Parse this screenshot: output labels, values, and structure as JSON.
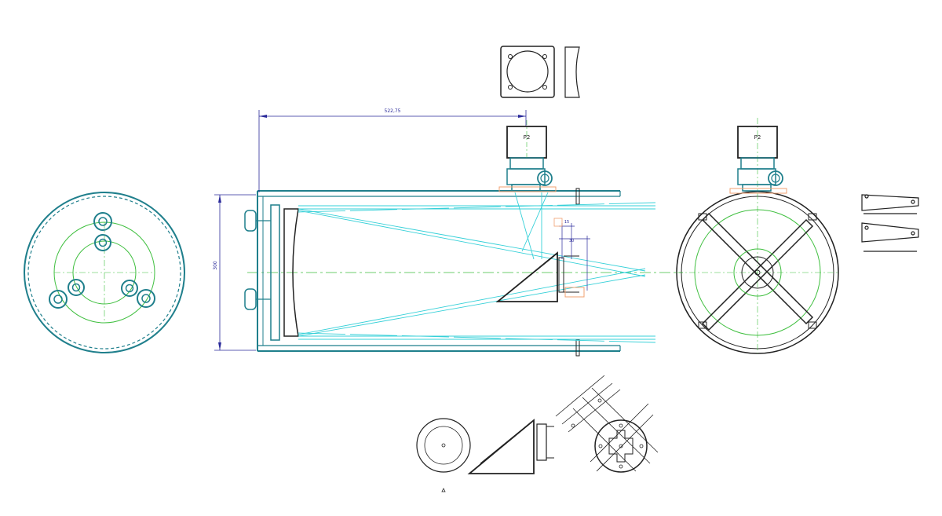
{
  "drawing": {
    "dimension_length": "522,75",
    "dimension_diameter": "300",
    "dimension_small_a": "15",
    "dimension_small_b": "30",
    "focuser_label_side": "P2",
    "focuser_label_end": "P2"
  },
  "colors": {
    "tube": "#1f7f8c",
    "ray": "#35d0d8",
    "axis": "#3fbf3f",
    "dimension": "#2a2a9a",
    "outline": "#222222",
    "orange": "#f0a070"
  }
}
